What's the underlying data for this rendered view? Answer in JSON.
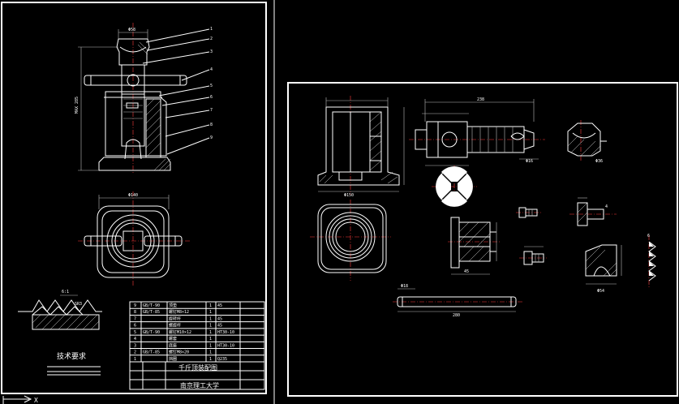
{
  "drawing": {
    "left_sheet": {
      "balloons": [
        "1",
        "2",
        "3",
        "4",
        "5",
        "6",
        "7",
        "8",
        "9"
      ],
      "tech_requirements": "技术要求",
      "thread_label": "6:1"
    },
    "title_block": {
      "title": "千斤顶装配图",
      "school": "南京理工大学"
    },
    "parts_list": {
      "rows": [
        {
          "no": "9",
          "code": "GB/T-90",
          "name": "顶垫",
          "qty": "1",
          "mat": "45"
        },
        {
          "no": "8",
          "code": "GB/T-85",
          "name": "螺钉M8×12",
          "qty": "1",
          "mat": ""
        },
        {
          "no": "7",
          "code": "",
          "name": "旋转杆",
          "qty": "1",
          "mat": "45"
        },
        {
          "no": "6",
          "code": "",
          "name": "螺旋杆",
          "qty": "1",
          "mat": "45"
        },
        {
          "no": "5",
          "code": "GB/T-90",
          "name": "螺钉M10×12",
          "qty": "1",
          "mat": "HT30-10"
        },
        {
          "no": "4",
          "code": "",
          "name": "螺套",
          "qty": "1",
          "mat": ""
        },
        {
          "no": "3",
          "code": "",
          "name": "底座",
          "qty": "1",
          "mat": "HT30-10"
        },
        {
          "no": "2",
          "code": "GB/T-85",
          "name": "螺钉M8×20",
          "qty": "1",
          "mat": ""
        },
        {
          "no": "1",
          "code": "",
          "name": "挡圈",
          "qty": "1",
          "mat": "Q235"
        }
      ]
    },
    "ucs": {
      "x_label": "X"
    }
  }
}
